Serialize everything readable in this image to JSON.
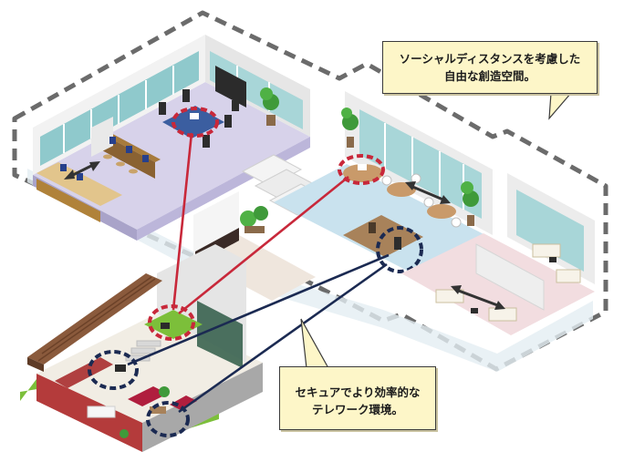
{
  "callouts": {
    "office_line1": "ソーシャルディスタンスを考慮した",
    "office_line2": "自由な創造空間。",
    "home_line1": "セキュアでより効率的な",
    "home_line2": "テレワーク環境。"
  },
  "colors": {
    "office_boundary": "#6b6b6b",
    "floor_lavender": "#d7d2ea",
    "floor_blue": "#c9e2ee",
    "floor_pink": "#f2dde0",
    "link_red": "#c8283a",
    "link_navy": "#1b2a52",
    "callout_fill": "#fdf6c8",
    "roof_brown": "#8a5a3c",
    "lawn_green": "#7cbf3a"
  },
  "icons": [
    "desk-icon",
    "monitor-icon",
    "plant-icon",
    "sofa-icon",
    "chair-icon",
    "laptop-icon"
  ]
}
